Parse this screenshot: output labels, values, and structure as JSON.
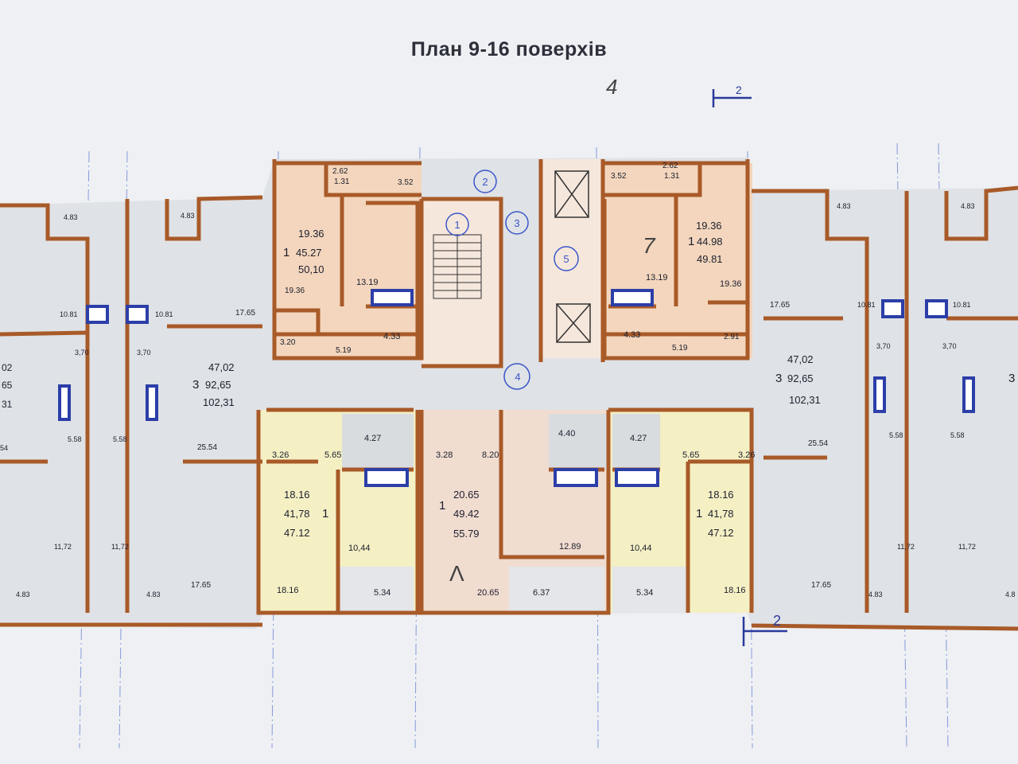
{
  "title": "План 9-16 поверхів",
  "section_labels": [
    "2",
    "2"
  ],
  "handwritten": [
    "4",
    "7",
    "Λ"
  ],
  "nodes": [
    "1",
    "2",
    "3",
    "4",
    "5"
  ],
  "apartments": [
    {
      "id": "top-left",
      "rooms": "1",
      "living": "19.36",
      "area": "45.27",
      "total": "50,10",
      "kitchen": "13.19",
      "room2": "19.36",
      "bath": "4.33",
      "hall": "5.19",
      "corridor": "3.20",
      "balcony": "2.62",
      "balcony2": "1.31",
      "loggia": "3.52"
    },
    {
      "id": "top-right",
      "rooms": "1",
      "living": "19.36",
      "area": "44.98",
      "total": "49.81",
      "kitchen": "13.19",
      "room2": "19.36",
      "bath": "4.33",
      "hall": "5.19",
      "corridor": "2.91",
      "balcony": "2.62",
      "balcony2": "1.31",
      "loggia": "3.52"
    },
    {
      "id": "mid-left",
      "rooms": "1",
      "living": "18.16",
      "area": "41,78",
      "total": "47.12",
      "kitchen": "10,44",
      "room2": "18.16",
      "bath": "4.27",
      "hall": "5.65",
      "corridor": "3.26",
      "loggia": "5.34"
    },
    {
      "id": "mid-center",
      "rooms": "1",
      "living": "20.65",
      "area": "49.42",
      "total": "55.79",
      "kitchen": "12.89",
      "room2": "20.65",
      "bath": "4.40",
      "hall": "8.20",
      "corridor": "3.28",
      "loggia": "6.37"
    },
    {
      "id": "mid-right",
      "rooms": "1",
      "living": "18.16",
      "area": "41,78",
      "total": "47.12",
      "kitchen": "10,44",
      "room2": "18.16",
      "bath": "4.27",
      "hall": "5.65",
      "corridor": "3.26",
      "loggia": "5.34"
    },
    {
      "id": "left-3room",
      "rooms": "3",
      "living": "47,02",
      "area": "92,65",
      "total": "102,31",
      "room_a": "17.65",
      "room_b": "25.54",
      "room_c": "17.65"
    },
    {
      "id": "right-3room",
      "rooms": "3",
      "living": "47,02",
      "area": "92,65",
      "total": "102,31",
      "room_a": "17.65",
      "room_b": "25.54",
      "room_c": "17.65"
    }
  ],
  "side_labels": {
    "loggia_top": "4.83",
    "kitchen": "10.81",
    "wc": "3,70",
    "bath": "5.58",
    "kitchen_low": "11,72",
    "loggia_low": "4.83"
  },
  "partial_left": [
    "02",
    "65",
    "31",
    "54"
  ],
  "partial_right": [
    "3",
    "4.8"
  ],
  "colors": {
    "wall": "#a85a28",
    "fill_peach": "#f3d6bd",
    "fill_yellow": "#f4f0c4",
    "fill_grey": "#dfe2e6",
    "axis_blue": "#4f6fd0",
    "equip_blue": "#2c3ea8"
  }
}
